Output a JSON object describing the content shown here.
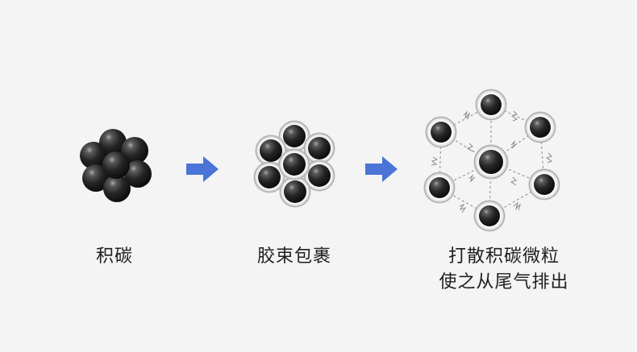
{
  "steps": [
    {
      "label": "积碳"
    },
    {
      "label": "胶束包裹"
    },
    {
      "label_lines": [
        "打散积碳微粒",
        "使之从尾气排出"
      ]
    }
  ],
  "colors": {
    "background": "#f4f4f4",
    "arrow": "#4a74d6",
    "particle_dark": "#1c1c1c",
    "particle_highlight": "#9a9a9a",
    "shell": "#d9d9d9",
    "text": "#1f1f1f"
  },
  "icons": [
    "carbon-cluster-icon",
    "right-arrow-icon",
    "micelle-cluster-icon",
    "dispersed-particles-icon"
  ]
}
